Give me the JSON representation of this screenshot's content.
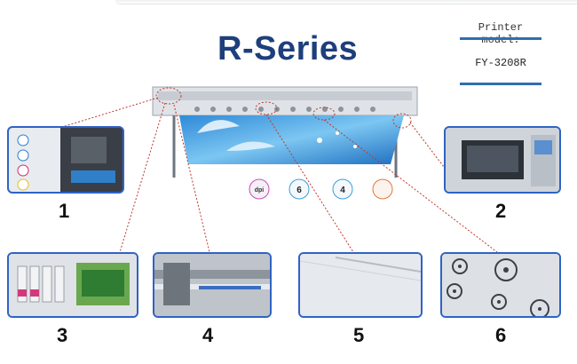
{
  "header": {
    "title": "R-Series"
  },
  "model": {
    "label": "Printer model:",
    "value": "FY-3208R"
  },
  "features": [
    {
      "num": "1"
    },
    {
      "num": "2"
    },
    {
      "num": "3"
    },
    {
      "num": "4"
    },
    {
      "num": "5"
    },
    {
      "num": "6"
    }
  ],
  "badges": {
    "dpi": "dpi",
    "colors6": "6",
    "colors4": "4"
  },
  "colors": {
    "title": "#1e3f7c",
    "frame": "#2f63c5",
    "leader": "#c0392b"
  }
}
